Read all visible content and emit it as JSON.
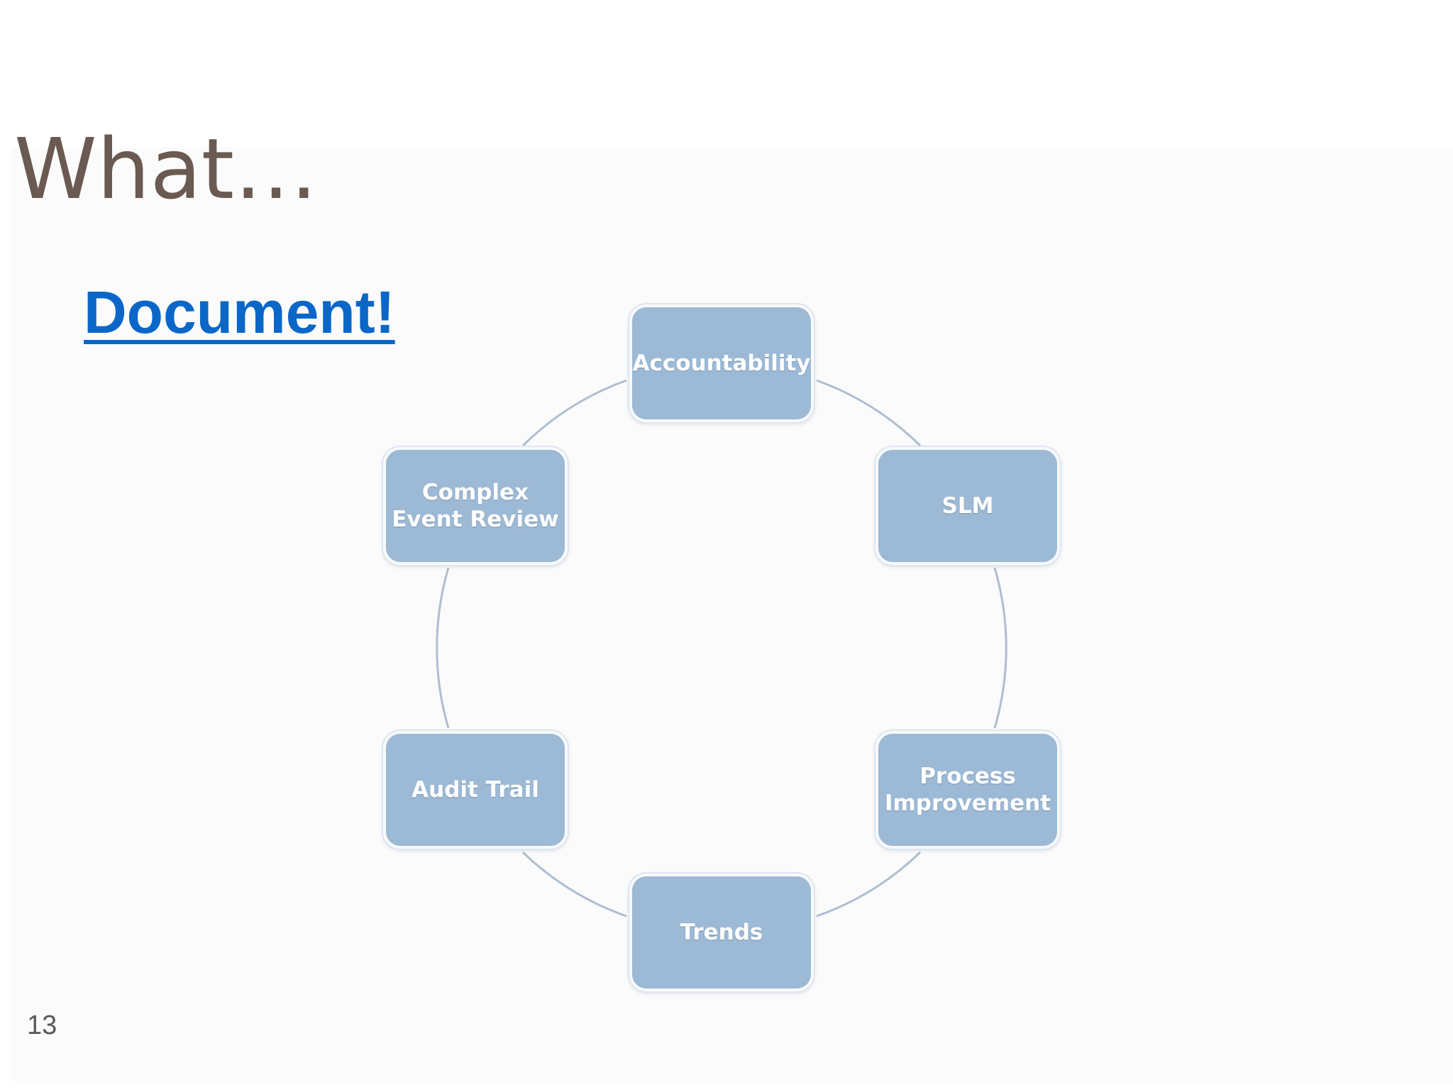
{
  "slide": {
    "title": "What…",
    "link_text": "Document!",
    "page_number": "13"
  },
  "cycle": {
    "nodes": [
      {
        "label": "Accountability"
      },
      {
        "label": "SLM"
      },
      {
        "label": "Process\nImprovement"
      },
      {
        "label": "Trends"
      },
      {
        "label": "Audit Trail"
      },
      {
        "label": "Complex\nEvent Review"
      }
    ]
  },
  "colors": {
    "title": "#6b5a51",
    "link": "#0a67c7",
    "node_fill": "#9cb9d5",
    "node_text": "#ffffff",
    "connector": "#aebed0",
    "page_number": "#58595b"
  }
}
